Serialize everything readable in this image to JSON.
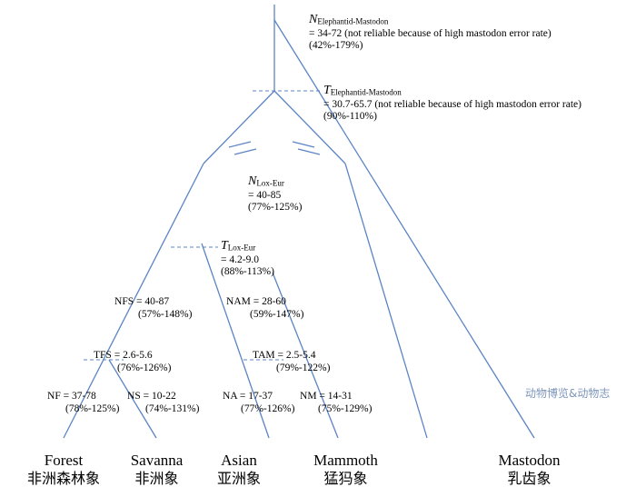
{
  "diagram": {
    "title_present": false,
    "line_color": "#5b84c4",
    "dash_color": "#5b84c4",
    "nodes": [
      {
        "id": "N-Elephantid-Mastodon",
        "symbol": "N",
        "subscript": "Elephantid-Mastodon",
        "value": "= 34-72 (not reliable because of high mastodon error rate)",
        "range": "(42%-179%)"
      },
      {
        "id": "T-Elephantid-Mastodon",
        "symbol": "T",
        "subscript": "Elephantid-Mastodon",
        "value": "= 30.7-65.7 (not reliable because of high mastodon error rate)",
        "range": "(90%-110%)"
      },
      {
        "id": "N-Lox-Eur",
        "symbol": "N",
        "subscript": "Lox-Eur",
        "value": "= 40-85",
        "range": "(77%-125%)"
      },
      {
        "id": "T-Lox-Eur",
        "symbol": "T",
        "subscript": "Lox-Eur",
        "value": "= 4.2-9.0",
        "range": "(88%-113%)"
      },
      {
        "id": "N-FS",
        "symbol": "N",
        "subscript": "FS",
        "value": "= 40-87",
        "range": "(57%-148%)"
      },
      {
        "id": "N-AM",
        "symbol": "N",
        "subscript": "AM",
        "value": "= 28-60",
        "range": "(59%-147%)"
      },
      {
        "id": "T-FS",
        "symbol": "T",
        "subscript": "FS",
        "value": "= 2.6-5.6",
        "range": "(76%-126%)"
      },
      {
        "id": "T-AM",
        "symbol": "T",
        "subscript": "AM",
        "value": "= 2.5-5.4",
        "range": "(79%-122%)"
      },
      {
        "id": "N-F",
        "symbol": "N",
        "subscript": "F",
        "value": "= 37-78",
        "range": "(78%-125%)"
      },
      {
        "id": "N-S",
        "symbol": "N",
        "subscript": "S",
        "value": "= 10-22",
        "range": "(74%-131%)"
      },
      {
        "id": "N-A",
        "symbol": "N",
        "subscript": "A",
        "value": "= 17-37",
        "range": "(77%-126%)"
      },
      {
        "id": "N-M",
        "symbol": "N",
        "subscript": "M",
        "value": "= 14-31",
        "range": "(75%-129%)"
      }
    ],
    "taxa": [
      {
        "id": "forest",
        "en": "Forest",
        "cn": "非洲森林象"
      },
      {
        "id": "savanna",
        "en": "Savanna",
        "cn": "非洲象"
      },
      {
        "id": "asian",
        "en": "Asian",
        "cn": "亚洲象"
      },
      {
        "id": "mammoth",
        "en": "Mammoth",
        "cn": "猛犸象"
      },
      {
        "id": "mastodon",
        "en": "Mastodon",
        "cn": "乳齿象"
      }
    ],
    "watermark": "动物博览&动物志"
  }
}
